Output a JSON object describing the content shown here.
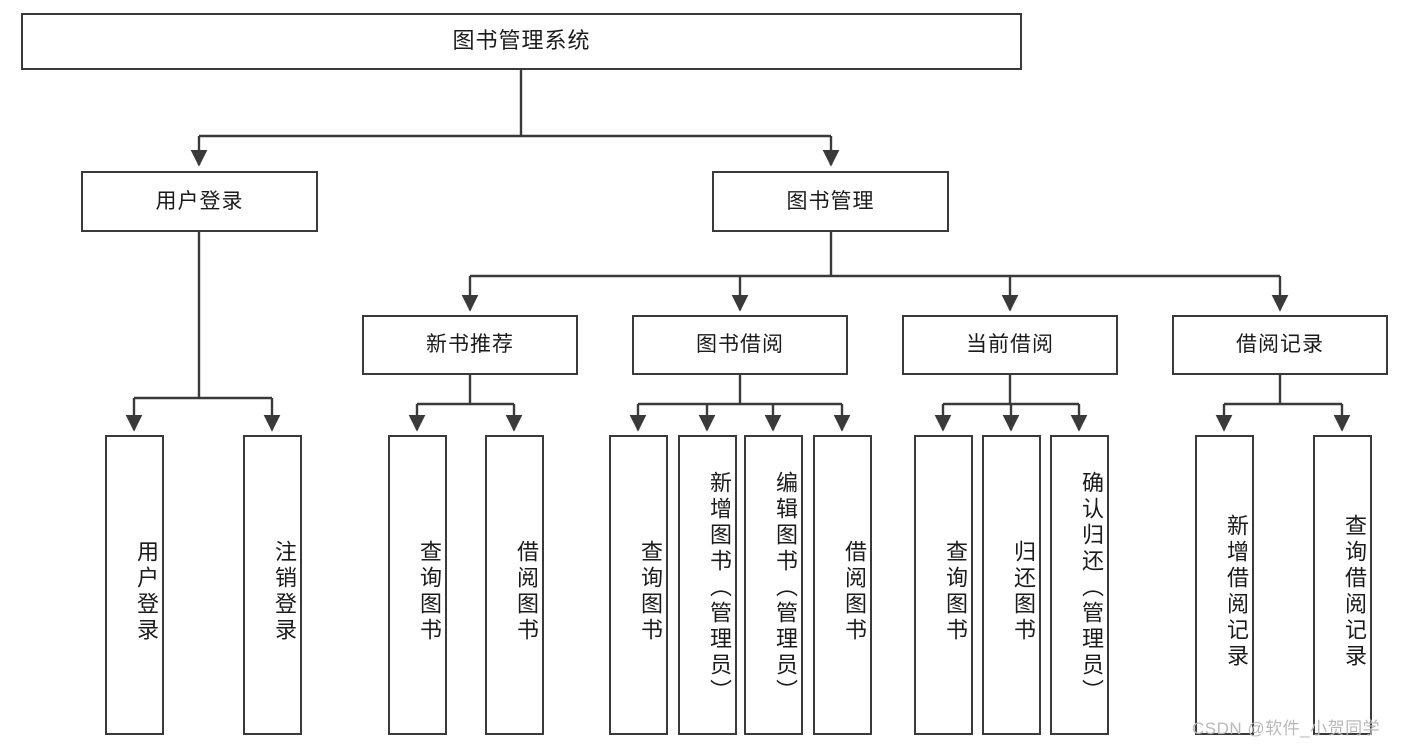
{
  "diagram": {
    "title": "图书管理系统",
    "type": "hierarchy-tree",
    "root": {
      "id": "root",
      "label": "图书管理系统"
    },
    "level2": [
      {
        "id": "user-login",
        "label": "用户登录"
      },
      {
        "id": "book-manage",
        "label": "图书管理"
      }
    ],
    "level3": [
      {
        "id": "new-book-rec",
        "label": "新书推荐",
        "parent": "book-manage"
      },
      {
        "id": "book-borrow",
        "label": "图书借阅",
        "parent": "book-manage"
      },
      {
        "id": "current-borrow",
        "label": "当前借阅",
        "parent": "book-manage"
      },
      {
        "id": "borrow-record",
        "label": "借阅记录",
        "parent": "book-manage"
      }
    ],
    "leaves": [
      {
        "id": "leaf-user-login",
        "label": "用户登录",
        "parent": "user-login"
      },
      {
        "id": "leaf-logout",
        "label": "注销登录",
        "parent": "user-login"
      },
      {
        "id": "leaf-query-book-1",
        "label": "查询图书",
        "parent": "new-book-rec"
      },
      {
        "id": "leaf-borrow-book-1",
        "label": "借阅图书",
        "parent": "new-book-rec"
      },
      {
        "id": "leaf-query-book-2",
        "label": "查询图书",
        "parent": "book-borrow"
      },
      {
        "id": "leaf-add-book",
        "label": "新增图书（管理员）",
        "parent": "book-borrow"
      },
      {
        "id": "leaf-edit-book",
        "label": "编辑图书（管理员）",
        "parent": "book-borrow"
      },
      {
        "id": "leaf-borrow-book-2",
        "label": "借阅图书",
        "parent": "book-borrow"
      },
      {
        "id": "leaf-query-book-3",
        "label": "查询图书",
        "parent": "current-borrow"
      },
      {
        "id": "leaf-return-book",
        "label": "归还图书",
        "parent": "current-borrow"
      },
      {
        "id": "leaf-confirm-return",
        "label": "确认归还（管理员）",
        "parent": "current-borrow"
      },
      {
        "id": "leaf-add-record",
        "label": "新增借阅记录",
        "parent": "borrow-record"
      },
      {
        "id": "leaf-query-record",
        "label": "查询借阅记录",
        "parent": "borrow-record"
      }
    ],
    "colors": {
      "stroke": "#3a3a3a",
      "background": "#ffffff",
      "text": "#1b1b1b",
      "watermark": "#b9b9b9"
    }
  },
  "watermark": {
    "text": "CSDN @软件_小贺同学"
  }
}
